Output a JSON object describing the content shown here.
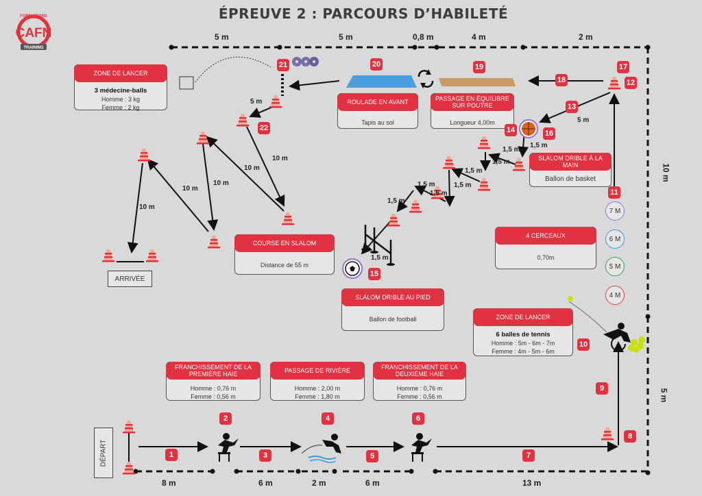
{
  "page": {
    "title": "ÉPREUVE 2 : PARCOURS D’HABILETÉ",
    "logo": {
      "top": "FORMATIONS",
      "letters": "CAFN",
      "bottom": "TRAINING"
    }
  },
  "top_distances": [
    "5 m",
    "5 m",
    "0,8 m",
    "4 m",
    "2 m"
  ],
  "right_distances": [
    "10 m",
    "5 m"
  ],
  "bottom_distances": [
    "8 m",
    "6 m",
    "2 m",
    "6 m",
    "13 m"
  ],
  "inner_distances": {
    "d_22_21": "5 m",
    "d_13_16": "5 m",
    "slalom_course": [
      "10 m",
      "10 m",
      "10 m",
      "10 m",
      "10 m"
    ],
    "dribble": [
      "1,5 m",
      "1,5 m",
      "1,5 m",
      "1,5 m",
      "1,5 m",
      "1,5 m",
      "1,5 m",
      "1,5 m",
      "1,5 m"
    ]
  },
  "cards": {
    "zone_lancer_1": {
      "header": "ZONE DE LANCER",
      "title": "3 médecine-balls",
      "lines": [
        "Homme : 3 kg",
        "Femme : 2 kg"
      ]
    },
    "roulade": {
      "header": "ROULADE EN AVANT",
      "lines": [
        "Tapis au sol"
      ]
    },
    "poutre": {
      "header": "PASSAGE EN ÉQUILIBRE SUR POUTRE",
      "lines": [
        "Longueur 4,00m"
      ]
    },
    "slalom_main": {
      "header": "SLALOM DRIBLE À LA MAIN",
      "lines": [
        "Ballon de basket"
      ]
    },
    "course_slalom": {
      "header": "COURSE EN SLALOM",
      "lines": [
        "Distance de 55 m"
      ]
    },
    "cerceaux": {
      "header": "4 CERCEAUX",
      "lines": [
        "0,70m"
      ]
    },
    "slalom_pied": {
      "header": "SLALOM DRIBLE AU PIED",
      "lines": [
        "Ballon de football"
      ]
    },
    "zone_lancer_2": {
      "header": "ZONE DE LANCER",
      "title": "6 balles de tennis",
      "lines": [
        "Homme : 5m - 6m - 7m",
        "Femme : 4m - 5m - 6m"
      ]
    },
    "haie_1": {
      "header": "FRANCHISSEMENT DE LA PREMIÈRE HAIE",
      "lines": [
        "Homme : 0,76 m",
        "Femme : 0,56 m"
      ]
    },
    "riviere": {
      "header": "PASSAGE DE RIVIÈRE",
      "lines": [
        "Homme : 2,00 m",
        "Femme : 1,80 m"
      ]
    },
    "haie_2": {
      "header": "FRANCHISSEMENT DE LA DEUXIÈME HAIE",
      "lines": [
        "Homme : 0,76 m",
        "Femme : 0,56 m"
      ]
    }
  },
  "rings": [
    "7 M",
    "6 M",
    "5 M",
    "4 M"
  ],
  "ring_colors": [
    "#9b6fd6",
    "#3a9ad9",
    "#3aa055",
    "#e04444"
  ],
  "labels": {
    "arrivee": "ARRIVÉE",
    "depart": "DÉPART"
  },
  "steps": [
    "1",
    "2",
    "3",
    "4",
    "5",
    "6",
    "7",
    "8",
    "9",
    "10",
    "11",
    "12",
    "13",
    "14",
    "15",
    "16",
    "17",
    "18",
    "19",
    "20",
    "21",
    "22"
  ],
  "accent": "#e03241"
}
